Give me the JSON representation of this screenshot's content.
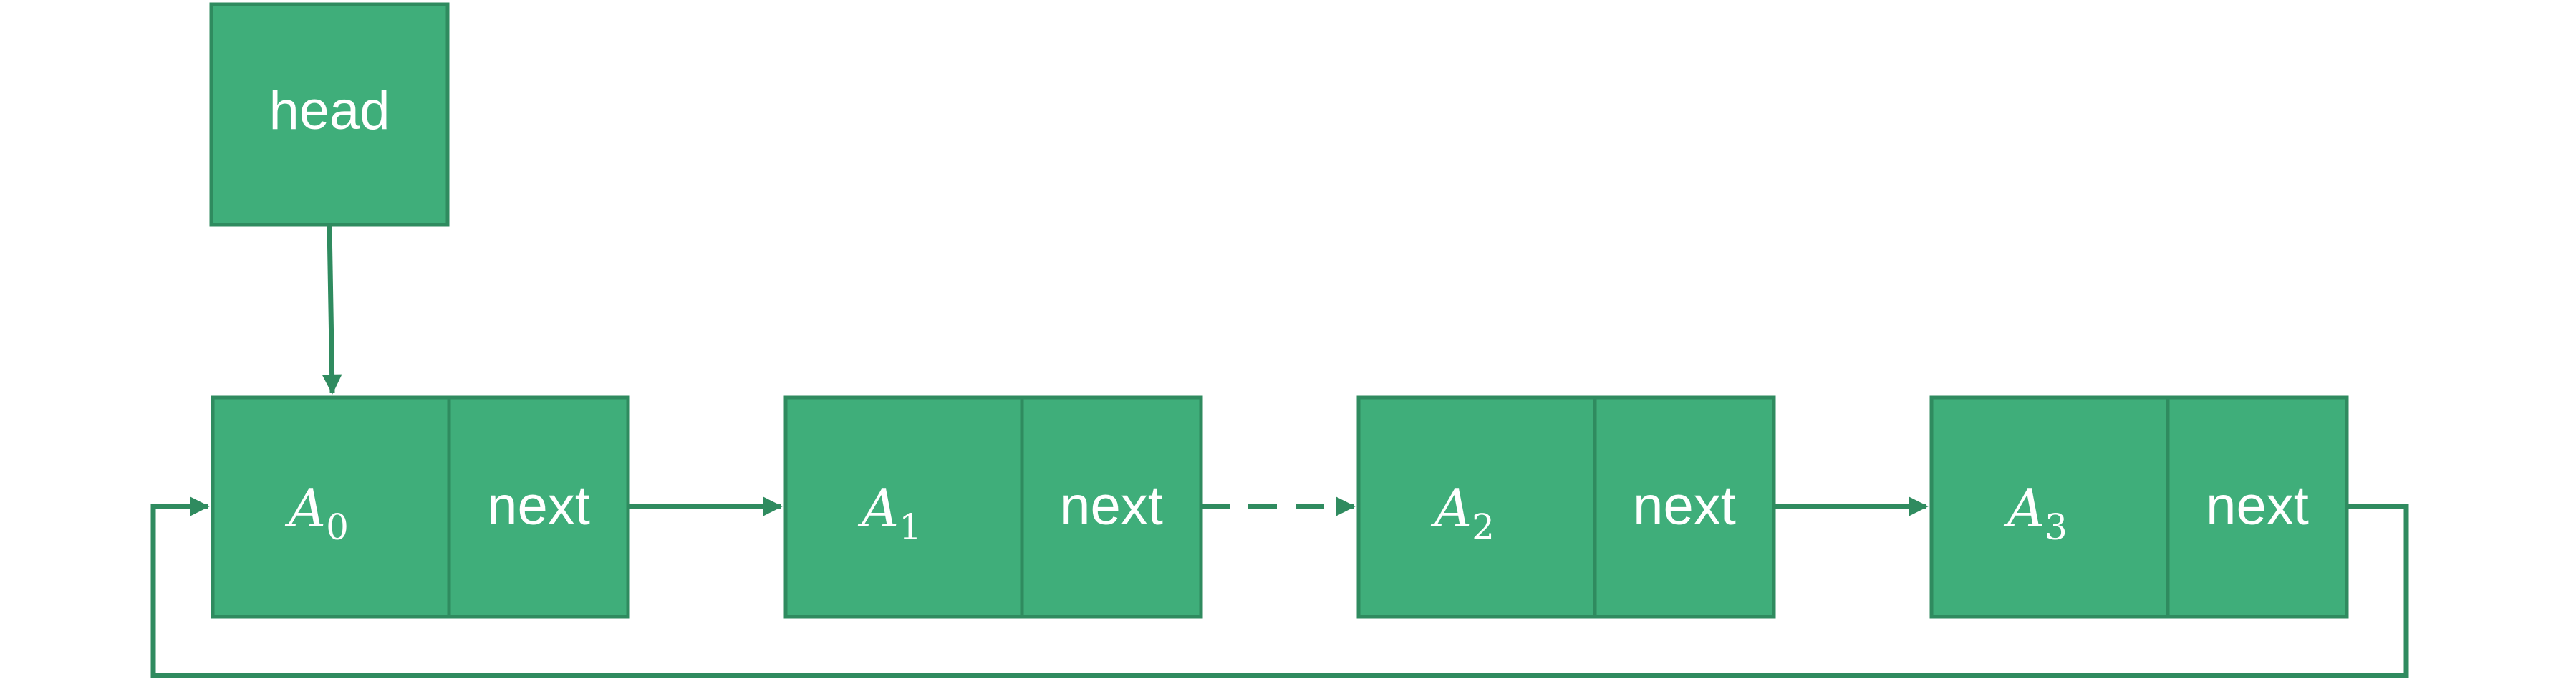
{
  "head": {
    "label": "head"
  },
  "nodes": [
    {
      "data_letter": "A",
      "data_sub": "0",
      "pointer_label": "next"
    },
    {
      "data_letter": "A",
      "data_sub": "1",
      "pointer_label": "next"
    },
    {
      "data_letter": "A",
      "data_sub": "2",
      "pointer_label": "next"
    },
    {
      "data_letter": "A",
      "data_sub": "3",
      "pointer_label": "next"
    }
  ],
  "edges": [
    {
      "from": "head",
      "to": "node-0",
      "style": "solid"
    },
    {
      "from": "node-0",
      "to": "node-1",
      "style": "solid"
    },
    {
      "from": "node-1",
      "to": "node-2",
      "style": "dashed"
    },
    {
      "from": "node-2",
      "to": "node-3",
      "style": "solid"
    },
    {
      "from": "node-3",
      "to": "node-0",
      "style": "solid"
    }
  ],
  "colors": {
    "fill": "#3fae7a",
    "stroke": "#2f8b5f",
    "text": "#ffffff"
  }
}
